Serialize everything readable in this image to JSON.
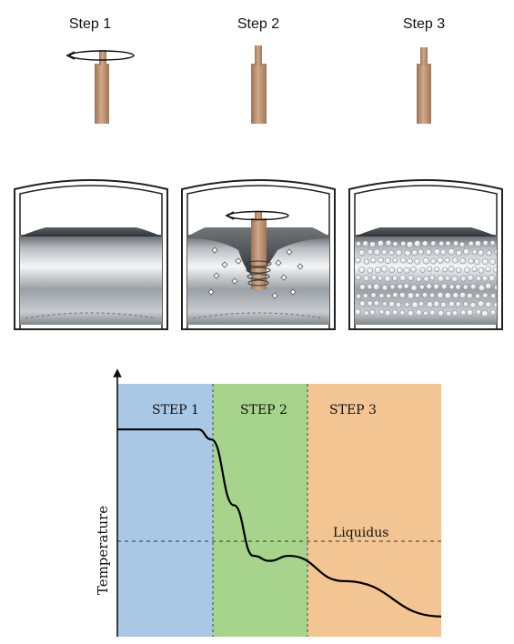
{
  "steps": {
    "step1_title": "Step 1",
    "step2_title": "Step 2",
    "step3_title": "Step 3"
  },
  "chart": {
    "band1_label": "STEP 1",
    "band2_label": "STEP 2",
    "band3_label": "STEP 3",
    "ylabel": "Temperature",
    "liquidus_label": "Liquidus"
  },
  "colors": {
    "step1_band": "#a9c8e6",
    "step2_band": "#a6d48c",
    "step3_band": "#f2c592",
    "rod": "#c49a78",
    "curve": "#000000"
  },
  "chart_data": {
    "type": "line",
    "title": "",
    "xlabel": "",
    "ylabel": "Temperature",
    "regions": [
      "STEP 1",
      "STEP 2",
      "STEP 3"
    ],
    "reference_lines": [
      {
        "label": "Liquidus",
        "orientation": "horizontal"
      }
    ],
    "series": [
      {
        "values": [
          {
            "x": 0.0,
            "y": 0.82
          },
          {
            "x": 0.25,
            "y": 0.82
          },
          {
            "x": 0.29,
            "y": 0.78
          },
          {
            "x": 0.36,
            "y": 0.52
          },
          {
            "x": 0.42,
            "y": 0.32
          },
          {
            "x": 0.47,
            "y": 0.3
          },
          {
            "x": 0.53,
            "y": 0.32
          },
          {
            "x": 0.7,
            "y": 0.22
          },
          {
            "x": 1.0,
            "y": 0.08
          }
        ]
      }
    ]
  }
}
